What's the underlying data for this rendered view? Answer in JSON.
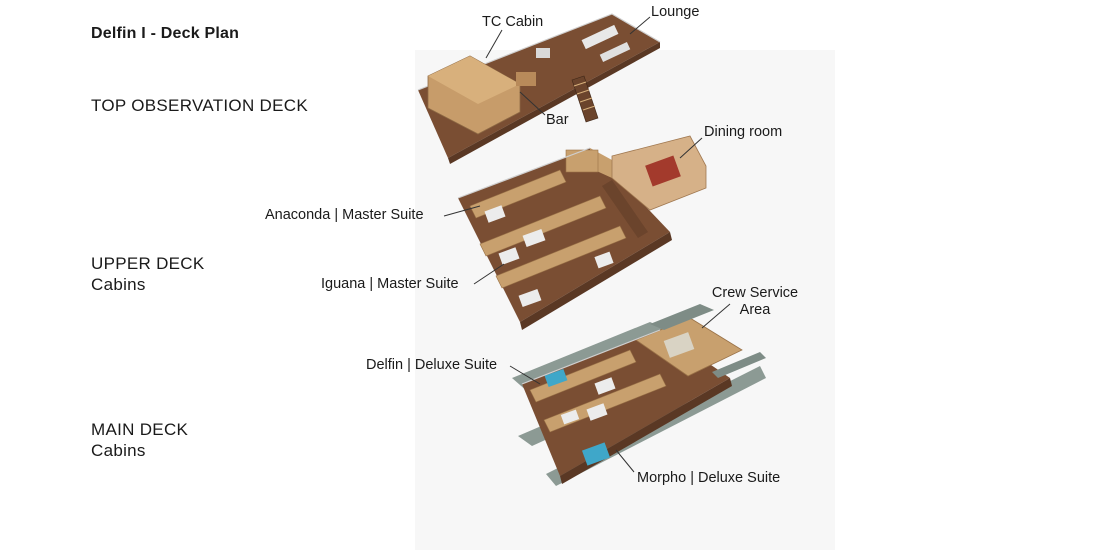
{
  "title": "Delfin I - Deck Plan",
  "decks": {
    "top": {
      "line1": "TOP OBSERVATION DECK"
    },
    "upper": {
      "line1": "UPPER DECK",
      "line2": "Cabins"
    },
    "main": {
      "line1": "MAIN DECK",
      "line2": "Cabins"
    }
  },
  "callouts": {
    "tc_cabin": "TC Cabin",
    "lounge": "Lounge",
    "bar": "Bar",
    "dining_room": "Dining room",
    "anaconda": "Anaconda | Master Suite",
    "iguana": "Iguana | Master Suite",
    "crew_line1": "Crew Service",
    "crew_line2": "Area",
    "delfin": "Delfin | Deluxe Suite",
    "morpho": "Morpho | Deluxe Suite"
  },
  "colors": {
    "deck_wood": "#8a5a3c",
    "wall_wood": "#c8a06e",
    "hull_grey": "#8c9a94",
    "pool_blue": "#3fa7c9",
    "leader_line": "#333333"
  }
}
